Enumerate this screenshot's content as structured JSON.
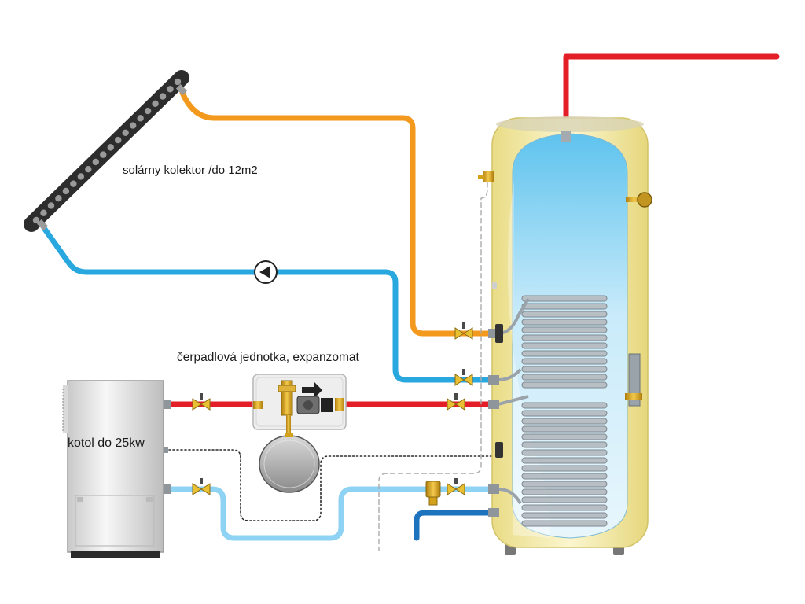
{
  "labels": {
    "solar_collector": "solárny kolektor /do 12m2",
    "pump_unit": "čerpadlová jednotka, expanzomat",
    "boiler": "kotol do 25kw"
  },
  "colors": {
    "hot_pipe": "#e41e26",
    "solar_flow_pipe": "#f39a1e",
    "solar_return_pipe": "#29a8e0",
    "boiler_return_pipe": "#8fd3f4",
    "cold_inlet_pipe": "#1e73be",
    "tank_shell": "#f5eba0",
    "tank_water": "#bfe6f8",
    "coil": "#9aa3aa",
    "brass_fitting": "#d4a21a"
  },
  "icons": {
    "pump": "circulation-pump-icon",
    "valve": "ball-valve-icon",
    "expansion_vessel": "expansion-vessel-icon"
  }
}
